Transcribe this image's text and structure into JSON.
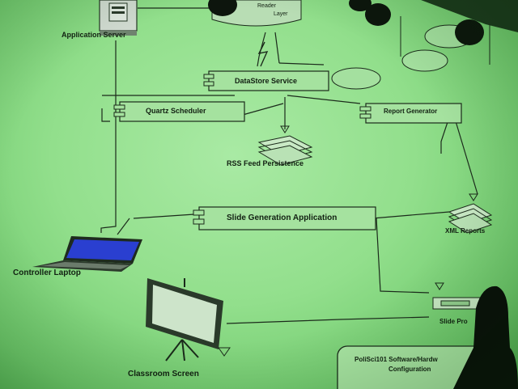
{
  "diagram": {
    "nodes": {
      "application_server": "Application Server",
      "reader_layer_line1": "Reader",
      "reader_layer_line2": "Layer",
      "datastore_service": "DataStore Service",
      "quartz_scheduler": "Quartz Scheduler",
      "report_generator": "Report Generator",
      "rss_feed_persistence": "RSS Feed Persistence",
      "slide_generation_application": "Slide Generation Application",
      "xml_reports": "XML Reports",
      "controller_laptop": "Controller Laptop",
      "classroom_screen": "Classroom Screen",
      "slide_projector": "Slide Pro",
      "config_line1": "PoliSci101 Software/Hardw",
      "config_line2": "Configuration"
    }
  },
  "colors": {
    "projection_green": "#98e392",
    "ink": "#122012",
    "shadow": "#0b120b",
    "laptop_screen": "#2a3fd0"
  }
}
